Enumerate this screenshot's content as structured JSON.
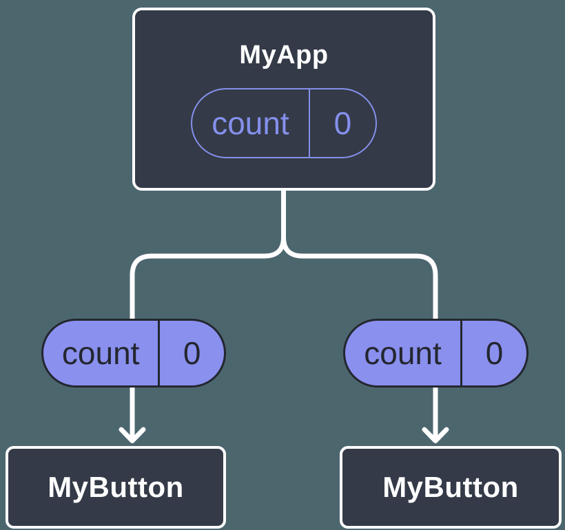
{
  "colors": {
    "background": "#4c666e",
    "node-fill": "#343a47",
    "node-border": "#ffffff",
    "pill-fill": "#8a90ee",
    "pill-dark": "#23272f",
    "pill-purple": "#8590ec",
    "connector": "#ffffff",
    "title-text": "#ffffff"
  },
  "tree": {
    "parent": {
      "name": "MyApp",
      "state_pill": {
        "label": "count",
        "value": "0"
      }
    },
    "children": [
      {
        "name": "MyButton",
        "prop_pill": {
          "label": "count",
          "value": "0"
        }
      },
      {
        "name": "MyButton",
        "prop_pill": {
          "label": "count",
          "value": "0"
        }
      }
    ]
  }
}
